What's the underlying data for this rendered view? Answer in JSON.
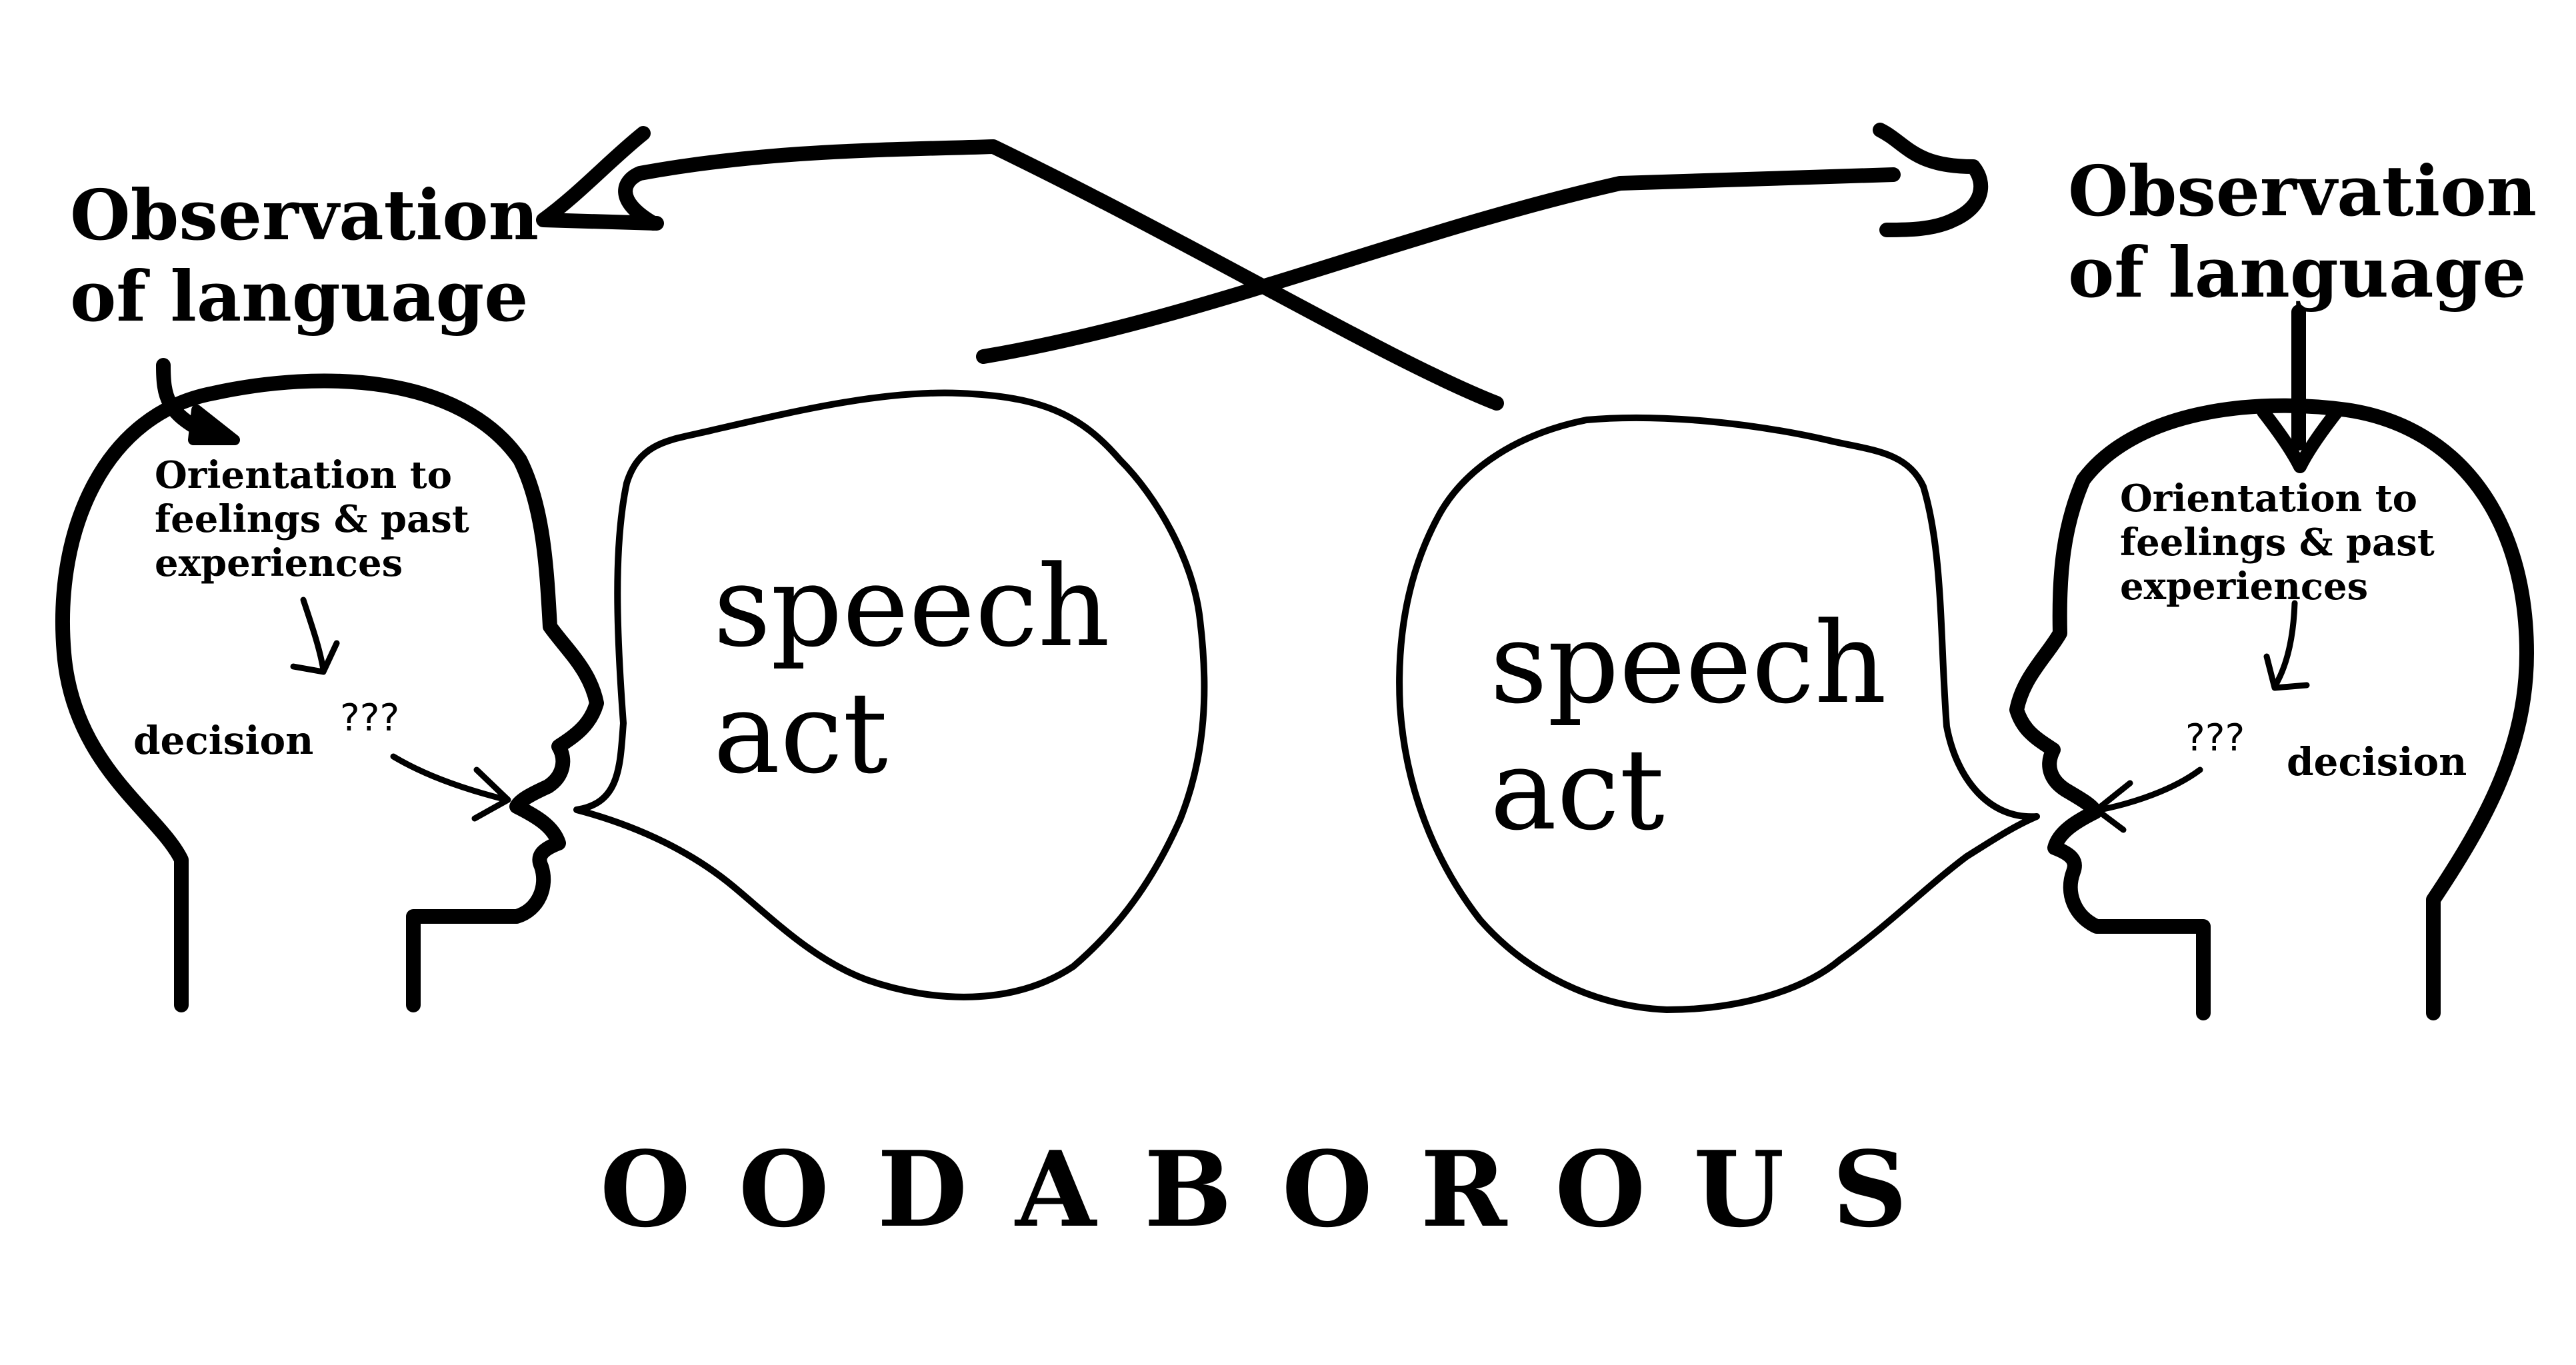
{
  "title": "OODABOROUS",
  "left": {
    "observation": [
      "Observation",
      "of language"
    ],
    "orientation": [
      "Orientation to",
      "feelings & past",
      "experiences"
    ],
    "unknown": "???",
    "decision": "decision",
    "speech_act": [
      "speech",
      "act"
    ]
  },
  "right": {
    "observation": [
      "Observation",
      "of language"
    ],
    "orientation": [
      "Orientation to",
      "feelings & past",
      "experiences"
    ],
    "unknown": "???",
    "decision": "decision",
    "speech_act": [
      "speech",
      "act"
    ]
  },
  "colors": {
    "ink": "#000000",
    "background": "#ffffff"
  }
}
